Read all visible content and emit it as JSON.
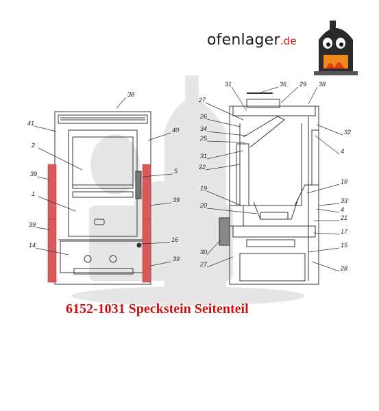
{
  "logo": {
    "name": "ofenlager",
    "suffix": ".de"
  },
  "caption": "6152-1031 Speckstein Seitenteil",
  "front_labels": [
    "38",
    "41",
    "2",
    "40",
    "39",
    "5",
    "1",
    "39",
    "39",
    "16",
    "14",
    "39"
  ],
  "side_labels": [
    "31",
    "36",
    "29",
    "38",
    "27",
    "26",
    "34",
    "25",
    "31",
    "22",
    "32",
    "4",
    "18",
    "19",
    "20",
    "33",
    "4",
    "21",
    "17",
    "30",
    "15",
    "27",
    "28"
  ],
  "colors": {
    "highlight": "#d95a5a",
    "caption": "#d01010",
    "watermark": "#e4e4e4"
  }
}
